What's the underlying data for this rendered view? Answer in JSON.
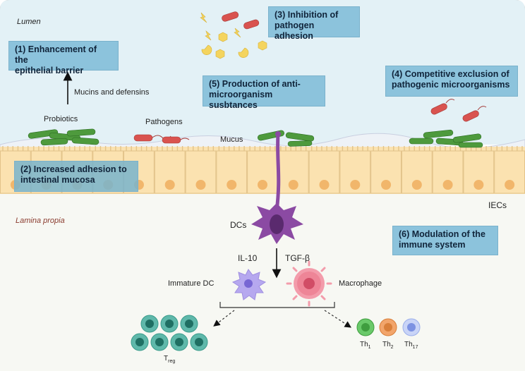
{
  "regions": {
    "lumen": "Lumen",
    "lamina_propria": "Lamina propia"
  },
  "mechanisms": [
    [
      "(1) Enhancement of the",
      "epithelial barrier"
    ],
    [
      "(2) Increased adhesion to",
      "intestinal mucosa"
    ],
    [
      "(3) Inhibition of",
      "pathogen adhesion"
    ],
    [
      "(4) Competitive exclusion of",
      "pathogenic microorganisms"
    ],
    [
      "(5) Production of anti-",
      "microorganism susbtances"
    ],
    [
      "(6) Modulation of the",
      "immune system"
    ]
  ],
  "labels": {
    "mucins": "Mucins and defensins",
    "probiotics": "Probiotics",
    "pathogens": "Pathogens",
    "mucus": "Mucus",
    "iecs": "IECs",
    "dcs": "DCs",
    "il10": "IL-10",
    "tgfb": "TGF-β",
    "immature_dc": "Immature DC",
    "macrophage": "Macrophage",
    "treg_main": "T",
    "treg_sub": "reg",
    "th1_sub": "1",
    "th2_sub": "2",
    "th17_sub": "17",
    "th_main": "Th"
  },
  "colors": {
    "lumen_bg": "#e3f1f6",
    "epithelium": "#fbe2b0",
    "nucleus": "#f1b66b",
    "probiotic": "#4e9a3d",
    "pathogen": "#d9534f",
    "dc": "#8b4aa3",
    "macrophage": "#e86d84",
    "immature_dc": "#9f8ee0",
    "treg": "#3a9c8c",
    "box": "#8cc3dc"
  }
}
